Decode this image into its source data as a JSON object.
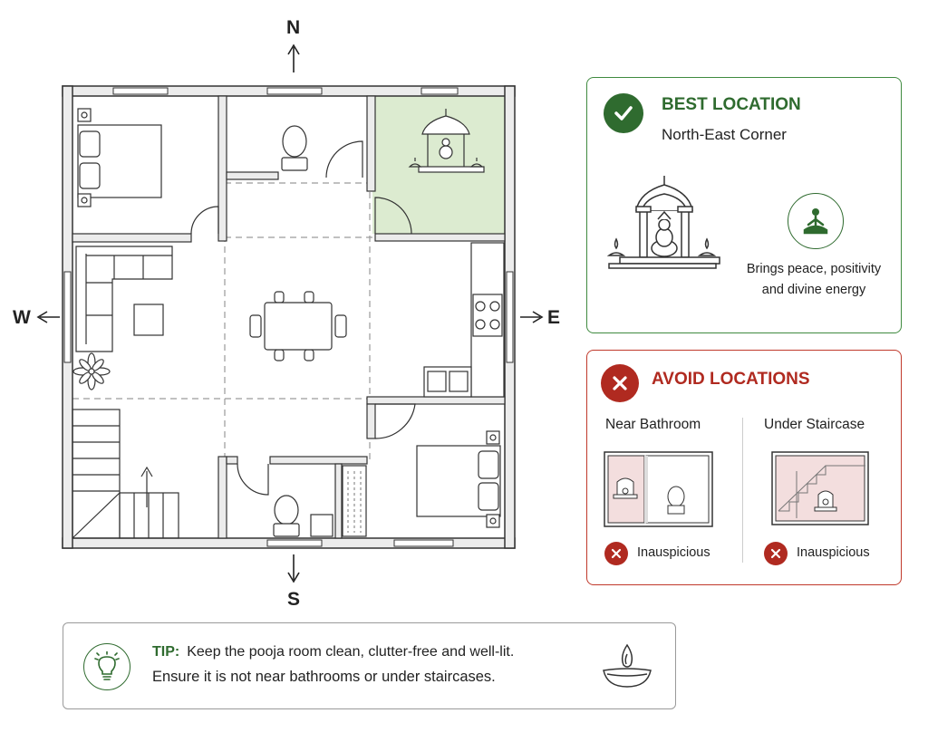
{
  "compass": {
    "north": "N",
    "south": "S",
    "east": "E",
    "west": "W"
  },
  "best": {
    "title": "BEST LOCATION",
    "subtitle": "North-East Corner",
    "benefit_line1": "Brings peace, positivity",
    "benefit_line2": "and divine energy",
    "icons": [
      "check-icon",
      "temple-icon",
      "meditation-icon"
    ],
    "accent_color": "#2f6b2f",
    "highlight_color": "#dcebd0"
  },
  "avoid": {
    "title": "AVOID LOCATIONS",
    "locations": [
      {
        "label": "Near Bathroom",
        "verdict": "Inauspicious"
      },
      {
        "label": "Under Staircase",
        "verdict": "Inauspicious"
      }
    ],
    "icons": [
      "cross-icon",
      "bathroom-thumbnail",
      "staircase-thumbnail"
    ],
    "accent_color": "#b02a20",
    "highlight_color": "#f3dede"
  },
  "tip": {
    "label": "TIP:",
    "line1": "Keep the pooja room clean, clutter-free and well-lit.",
    "line2": "Ensure it is not near bathrooms or under staircases.",
    "icons": [
      "lightbulb-icon",
      "diya-icon"
    ]
  }
}
